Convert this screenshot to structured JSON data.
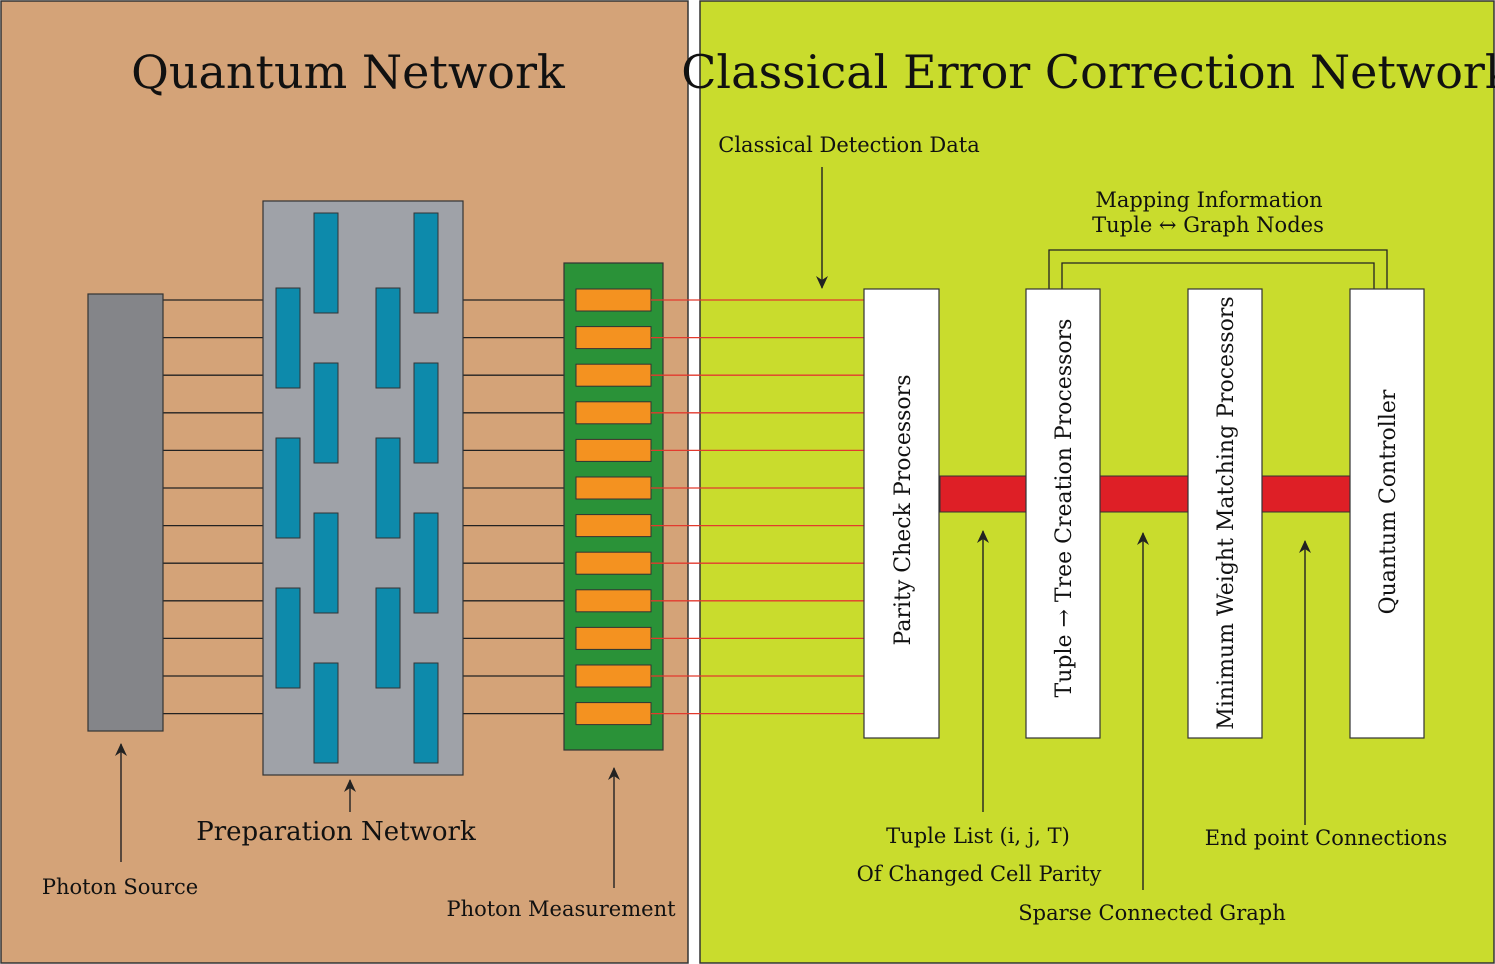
{
  "quantum_panel": {
    "title": "Quantum Network",
    "photon_source_label": "Photon Source",
    "preparation_label": "Preparation Network",
    "measurement_label": "Photon Measurement"
  },
  "classical_panel": {
    "title": "Classical Error Correction Network",
    "detection_label": "Classical Detection Data",
    "mapping_line1": "Mapping Information",
    "mapping_line2": "Tuple  ↔  Graph Nodes",
    "processors": [
      "Parity Check Processors",
      "Tuple  →  Tree Creation Processors",
      "Minimum Weight Matching Processors",
      "Quantum Controller"
    ],
    "tuple_list_line1": "Tuple List (i, j, T)",
    "tuple_list_line2": "Of Changed Cell Parity",
    "sparse_graph_label": "Sparse Connected Graph",
    "endpoint_label": "End point Connections"
  },
  "colors": {
    "quantum_bg": "#d4a378",
    "classical_bg": "#c9dc2d",
    "photon_source": "#848589",
    "preparation_bg": "#9fa2a8",
    "gate": "#0d8aab",
    "measurement_bg": "#2a9238",
    "detector": "#f49220",
    "red_link": "#de1f26"
  }
}
